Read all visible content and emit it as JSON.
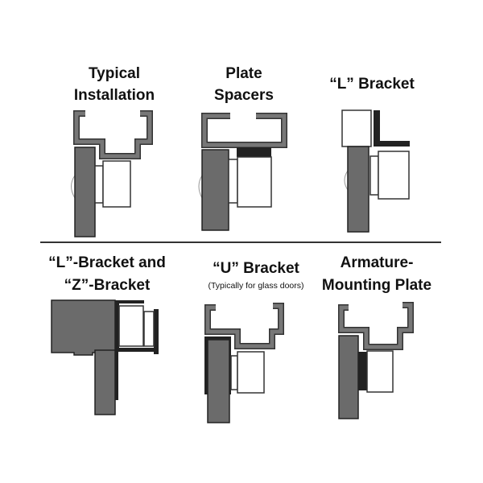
{
  "panels": [
    {
      "title_lines": [
        "Typical",
        "Installation"
      ]
    },
    {
      "title_lines": [
        "Plate",
        "Spacers"
      ]
    },
    {
      "title_lines": [
        "“L” Bracket"
      ]
    },
    {
      "title_lines": [
        "“L”-Bracket and",
        "“Z”-Bracket"
      ]
    },
    {
      "title_lines": [
        "“U” Bracket"
      ],
      "subtitle": "(Typically for glass doors)"
    },
    {
      "title_lines": [
        "Armature-",
        "Mounting Plate"
      ]
    }
  ],
  "colors": {
    "door": "#6b6b6b",
    "bracket": "#222222",
    "channel": "#777777"
  }
}
